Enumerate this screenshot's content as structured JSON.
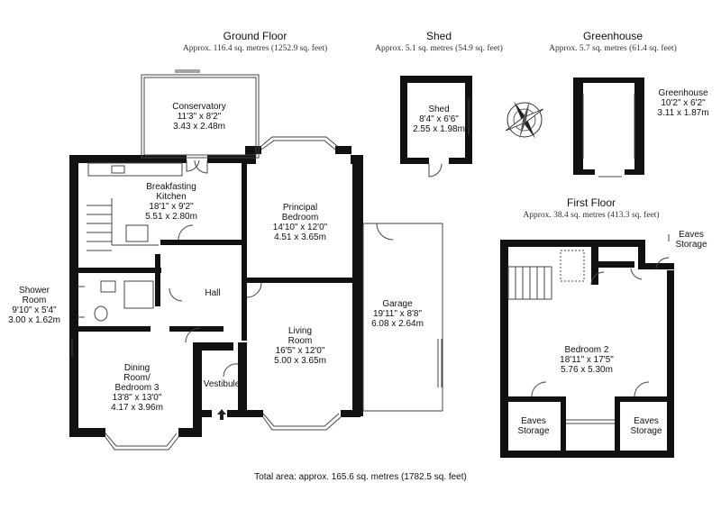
{
  "headers": {
    "ground_floor": {
      "title": "Ground Floor",
      "area": "Approx. 116.4 sq. metres (1252.9 sq. feet)"
    },
    "shed": {
      "title": "Shed",
      "area": "Approx. 5.1 sq. metres (54.9 sq. feet)"
    },
    "greenhouse": {
      "title": "Greenhouse",
      "area": "Approx. 5.7 sq. metres (61.4 sq. feet)"
    },
    "first_floor": {
      "title": "First Floor",
      "area": "Approx. 38.4 sq. metres (413.3 sq. feet)"
    }
  },
  "rooms": {
    "conservatory": {
      "name": "Conservatory",
      "imperial": "11'3\" x 8'2\"",
      "metric": "3.43 x 2.48m"
    },
    "shed": {
      "name": "Shed",
      "imperial": "8'4\" x 6'6\"",
      "metric": "2.55 x 1.98m"
    },
    "greenhouse": {
      "name": "Greenhouse",
      "imperial": "10'2\" x 6'2\"",
      "metric": "3.11 x 1.87m"
    },
    "breakfasting_kitchen": {
      "name_line1": "Breakfasting",
      "name_line2": "Kitchen",
      "imperial": "18'1\" x 9'2\"",
      "metric": "5.51 x 2.80m"
    },
    "principal_bedroom": {
      "name_line1": "Principal",
      "name_line2": "Bedroom",
      "imperial": "14'10\" x 12'0\"",
      "metric": "4.51 x 3.65m"
    },
    "shower_room": {
      "name_line1": "Shower",
      "name_line2": "Room",
      "imperial": "9'10\" x 5'4\"",
      "metric": "3.00 x 1.62m"
    },
    "hall": {
      "name": "Hall"
    },
    "garage": {
      "name": "Garage",
      "imperial": "19'11\" x 8'8\"",
      "metric": "6.08 x 2.64m"
    },
    "living_room": {
      "name_line1": "Living",
      "name_line2": "Room",
      "imperial": "16'5\" x 12'0\"",
      "metric": "5.00 x 3.65m"
    },
    "dining_room": {
      "name_line1": "Dining",
      "name_line2": "Room/",
      "name_line3": "Bedroom 3",
      "imperial": "13'8\" x 13'0\"",
      "metric": "4.17 x 3.96m"
    },
    "vestibule": {
      "name": "Vestibule"
    },
    "bedroom2": {
      "name": "Bedroom 2",
      "imperial": "18'11\" x 17'5\"",
      "metric": "5.76 x 5.30m"
    },
    "eaves_storage_top": {
      "name_line1": "Eaves",
      "name_line2": "Storage"
    },
    "eaves_storage_left": {
      "name_line1": "Eaves",
      "name_line2": "Storage"
    },
    "eaves_storage_right": {
      "name_line1": "Eaves",
      "name_line2": "Storage"
    }
  },
  "footer": {
    "total_area": "Total area: approx. 165.6 sq. metres (1782.5 sq. feet)"
  },
  "colors": {
    "wall": "#111111",
    "thin_line": "#444444",
    "background": "#ffffff"
  },
  "icons": [
    "compass-rose-icon",
    "entrance-arrow-icon"
  ]
}
